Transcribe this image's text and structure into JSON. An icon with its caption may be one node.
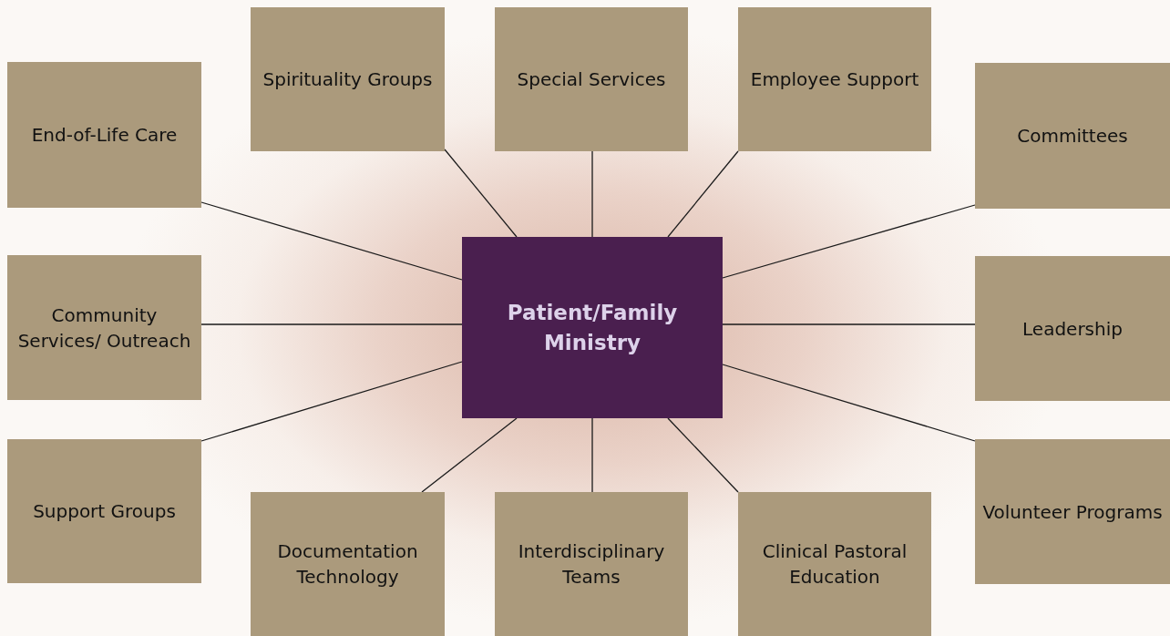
{
  "diagram": {
    "nodes": [
      {
        "text": [
          "Patient/Family Ministry"
        ]
      },
      {
        "text": [
          "End-of-Life Care"
        ]
      },
      {
        "text": [
          "Spirituality Groups"
        ]
      },
      {
        "text": [
          "Special Services"
        ]
      },
      {
        "text": [
          "Employee Support"
        ]
      },
      {
        "text": [
          "Committees"
        ]
      },
      {
        "text": [
          "Community Services/ Outreach"
        ]
      },
      {
        "text": [
          "Leadership"
        ]
      },
      {
        "text": [
          "Support Groups"
        ]
      },
      {
        "text": [
          "Documentation Technology"
        ]
      },
      {
        "text": [
          "Interdisciplinary Teams"
        ]
      },
      {
        "text": [
          "Clinical Pastoral Education"
        ]
      },
      {
        "text": [
          "Volunteer Programs"
        ]
      }
    ],
    "edges": [
      {
        "from": 0,
        "to": 1,
        "arrow": "none"
      },
      {
        "from": 0,
        "to": 2,
        "arrow": "none"
      },
      {
        "from": 0,
        "to": 3,
        "arrow": "none"
      },
      {
        "from": 0,
        "to": 4,
        "arrow": "none"
      },
      {
        "from": 0,
        "to": 5,
        "arrow": "none"
      },
      {
        "from": 0,
        "to": 6,
        "arrow": "none"
      },
      {
        "from": 0,
        "to": 7,
        "arrow": "none"
      },
      {
        "from": 0,
        "to": 8,
        "arrow": "none"
      },
      {
        "from": 0,
        "to": 9,
        "arrow": "none"
      },
      {
        "from": 0,
        "to": 10,
        "arrow": "none"
      },
      {
        "from": 0,
        "to": 11,
        "arrow": "none"
      },
      {
        "from": 0,
        "to": 12,
        "arrow": "none"
      }
    ]
  }
}
